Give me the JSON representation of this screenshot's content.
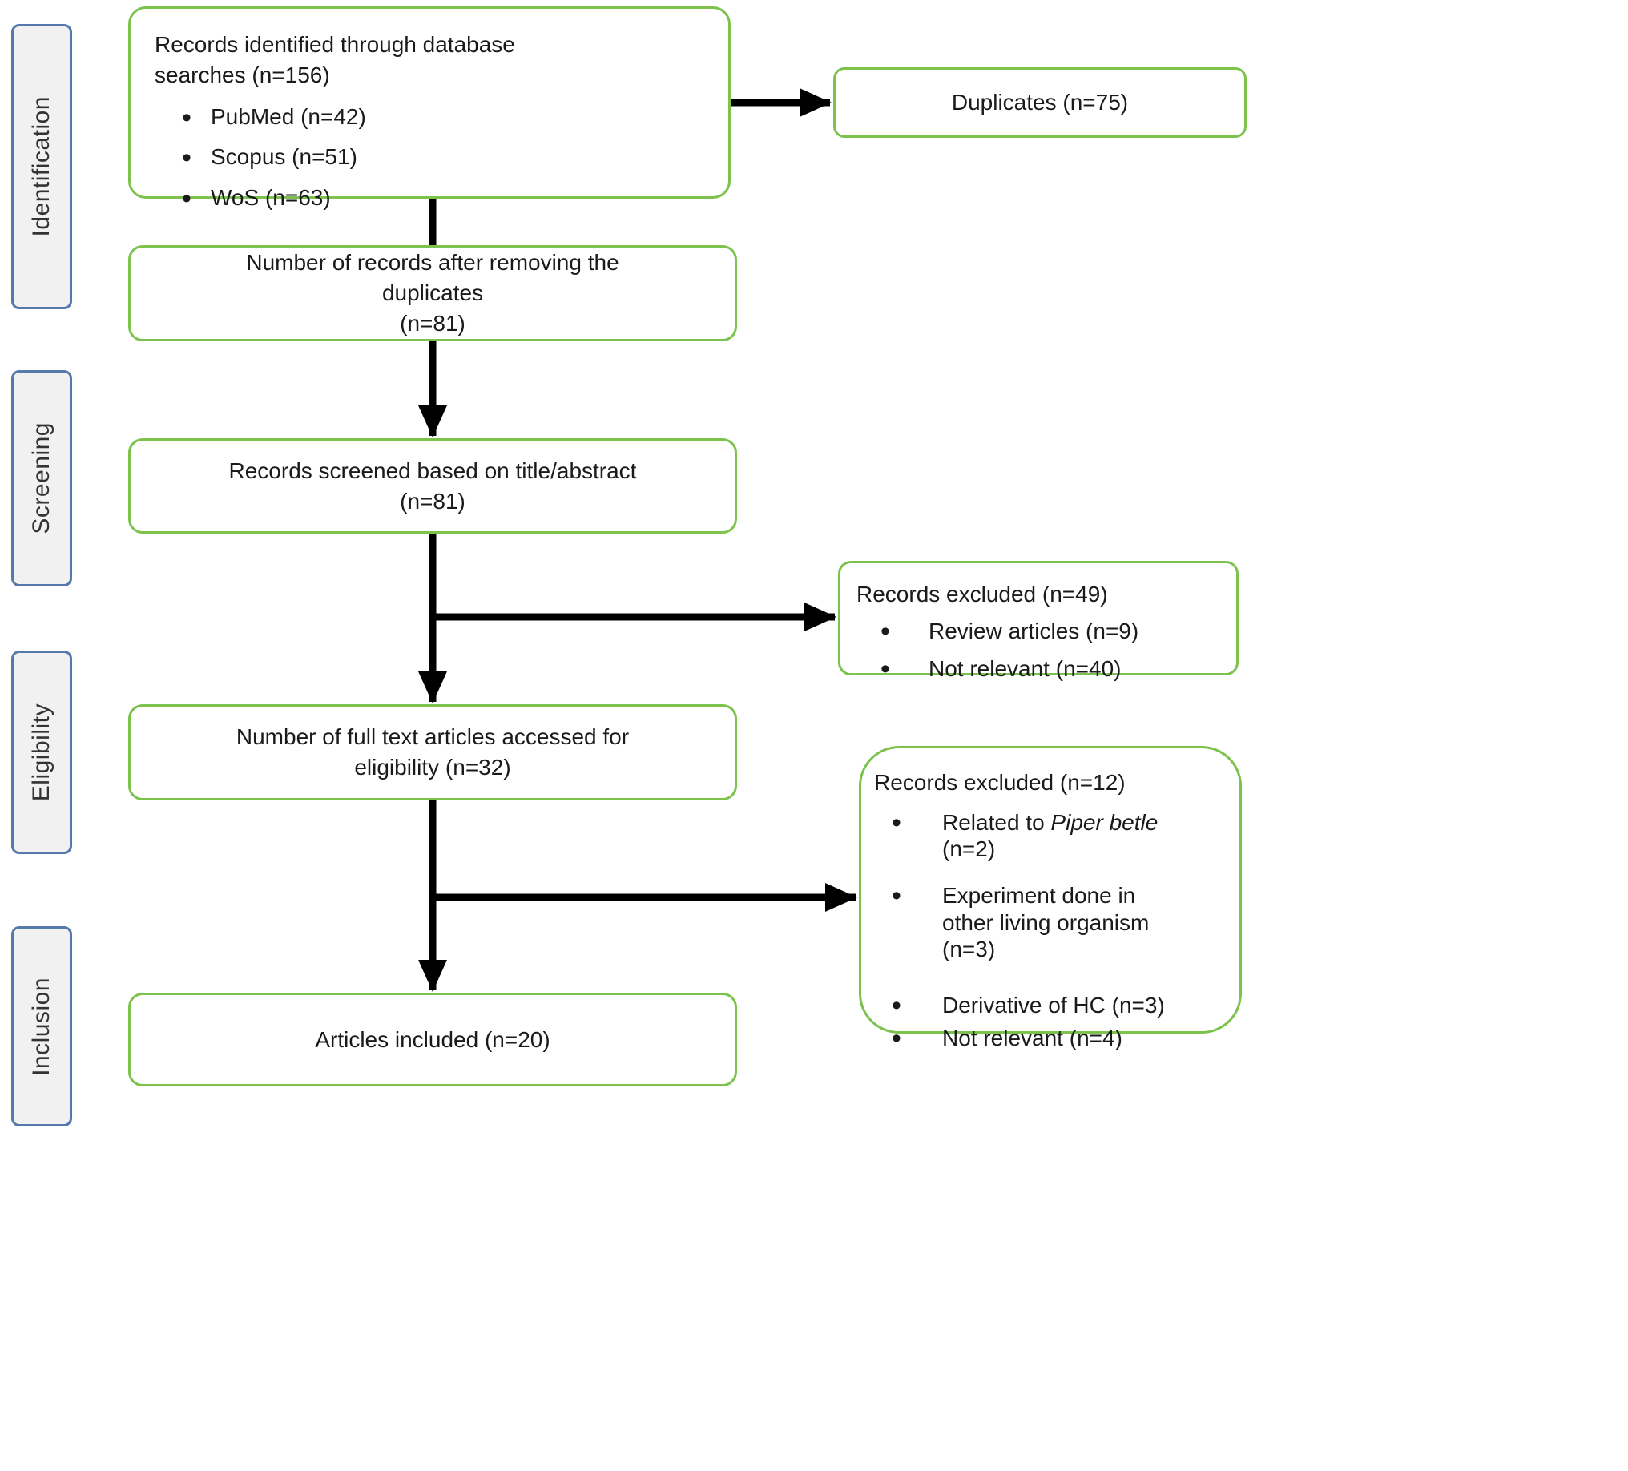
{
  "stages": [
    {
      "label": "Identification"
    },
    {
      "label": "Screening"
    },
    {
      "label": "Eligibility"
    },
    {
      "label": "Inclusion"
    }
  ],
  "boxes": {
    "identified": {
      "title": "Records identified through database searches (n=156)",
      "bullets": [
        "PubMed (n=42)",
        "Scopus (n=51)",
        "WoS (n=63)"
      ]
    },
    "duplicates": {
      "text": "Duplicates (n=75)"
    },
    "after_duplicates": {
      "text": "Number of records after removing the duplicates",
      "count": "(n=81)"
    },
    "screened": {
      "text": "Records screened based on title/abstract",
      "count": "(n=81)"
    },
    "excluded_screening": {
      "title": "Records excluded (n=49)",
      "bullets": [
        "Review articles (n=9)",
        "Not relevant (n=40)"
      ]
    },
    "fulltext": {
      "text": "Number of full text articles accessed for eligibility (n=32)"
    },
    "excluded_eligibility": {
      "title": "Records excluded (n=12)",
      "bullets": [
        {
          "pre": "Related to ",
          "italic": "Piper betle",
          "post": " (n=2)"
        },
        {
          "text": "Experiment done in other living organism (n=3)"
        },
        {
          "text": "Derivative of HC (n=3)"
        },
        {
          "text": "Not relevant (n=4)"
        }
      ]
    },
    "included": {
      "text": "Articles included (n=20)"
    }
  },
  "colors": {
    "box_border": "#7cc24d",
    "stage_border": "#5579ab",
    "stage_fill": "#f1f1f1",
    "arrow": "#000000"
  }
}
